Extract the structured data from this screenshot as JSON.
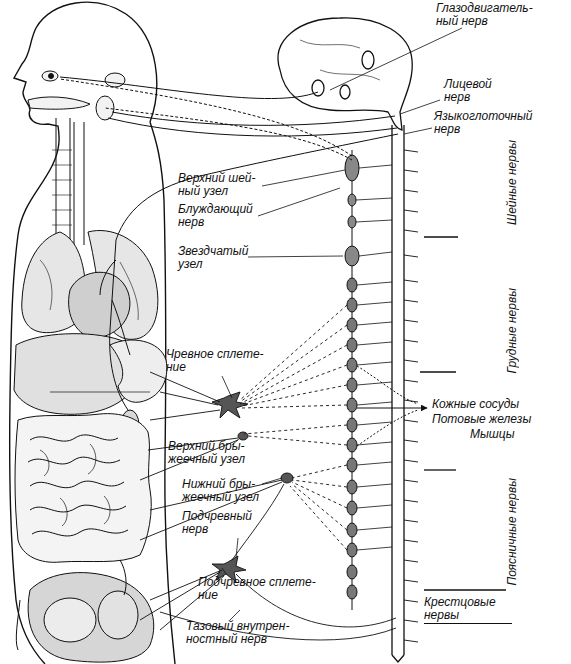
{
  "diagram": {
    "labels": [
      "Глазодвигатель- ный нерв",
      "Лицевой нерв",
      "Языкоглоточный нерв",
      "Шейные нервы",
      "Верхний шей- ный узел",
      "Блуждающий нерв",
      "Звездчатый узел",
      "Грудные нервы",
      "Чревное сплете- ние",
      "Кожные сосуды",
      "Потовые железы",
      "Мышцы",
      "Верхний бры- жеечный узел",
      "Нижний бры- жеечный узел",
      "Подчревный нерв",
      "Поясничные нервы",
      "Подчревное сплете- ние",
      "Тазовый внутрен- ностный нерв",
      "Крестцовые нервы"
    ]
  }
}
